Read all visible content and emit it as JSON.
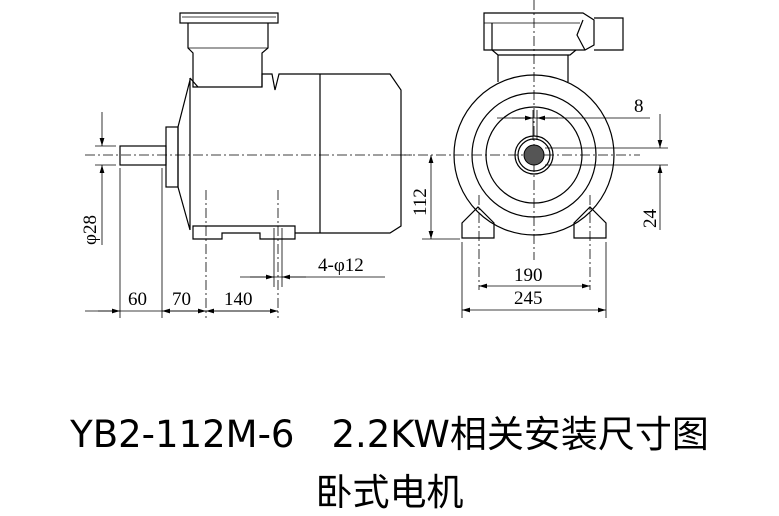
{
  "dimensions": {
    "shaft_diameter": "φ28",
    "shaft_length": "60",
    "flange_to_foot": "70",
    "foot_spacing": "140",
    "foot_holes": "4-φ12",
    "center_height": "112",
    "key_width": "8",
    "key_height": "24",
    "foot_hole_span": "190",
    "base_width": "245"
  },
  "title": {
    "line1": "YB2-112M-6　2.2KW相关安装尺寸图",
    "line2": "卧式电机"
  }
}
